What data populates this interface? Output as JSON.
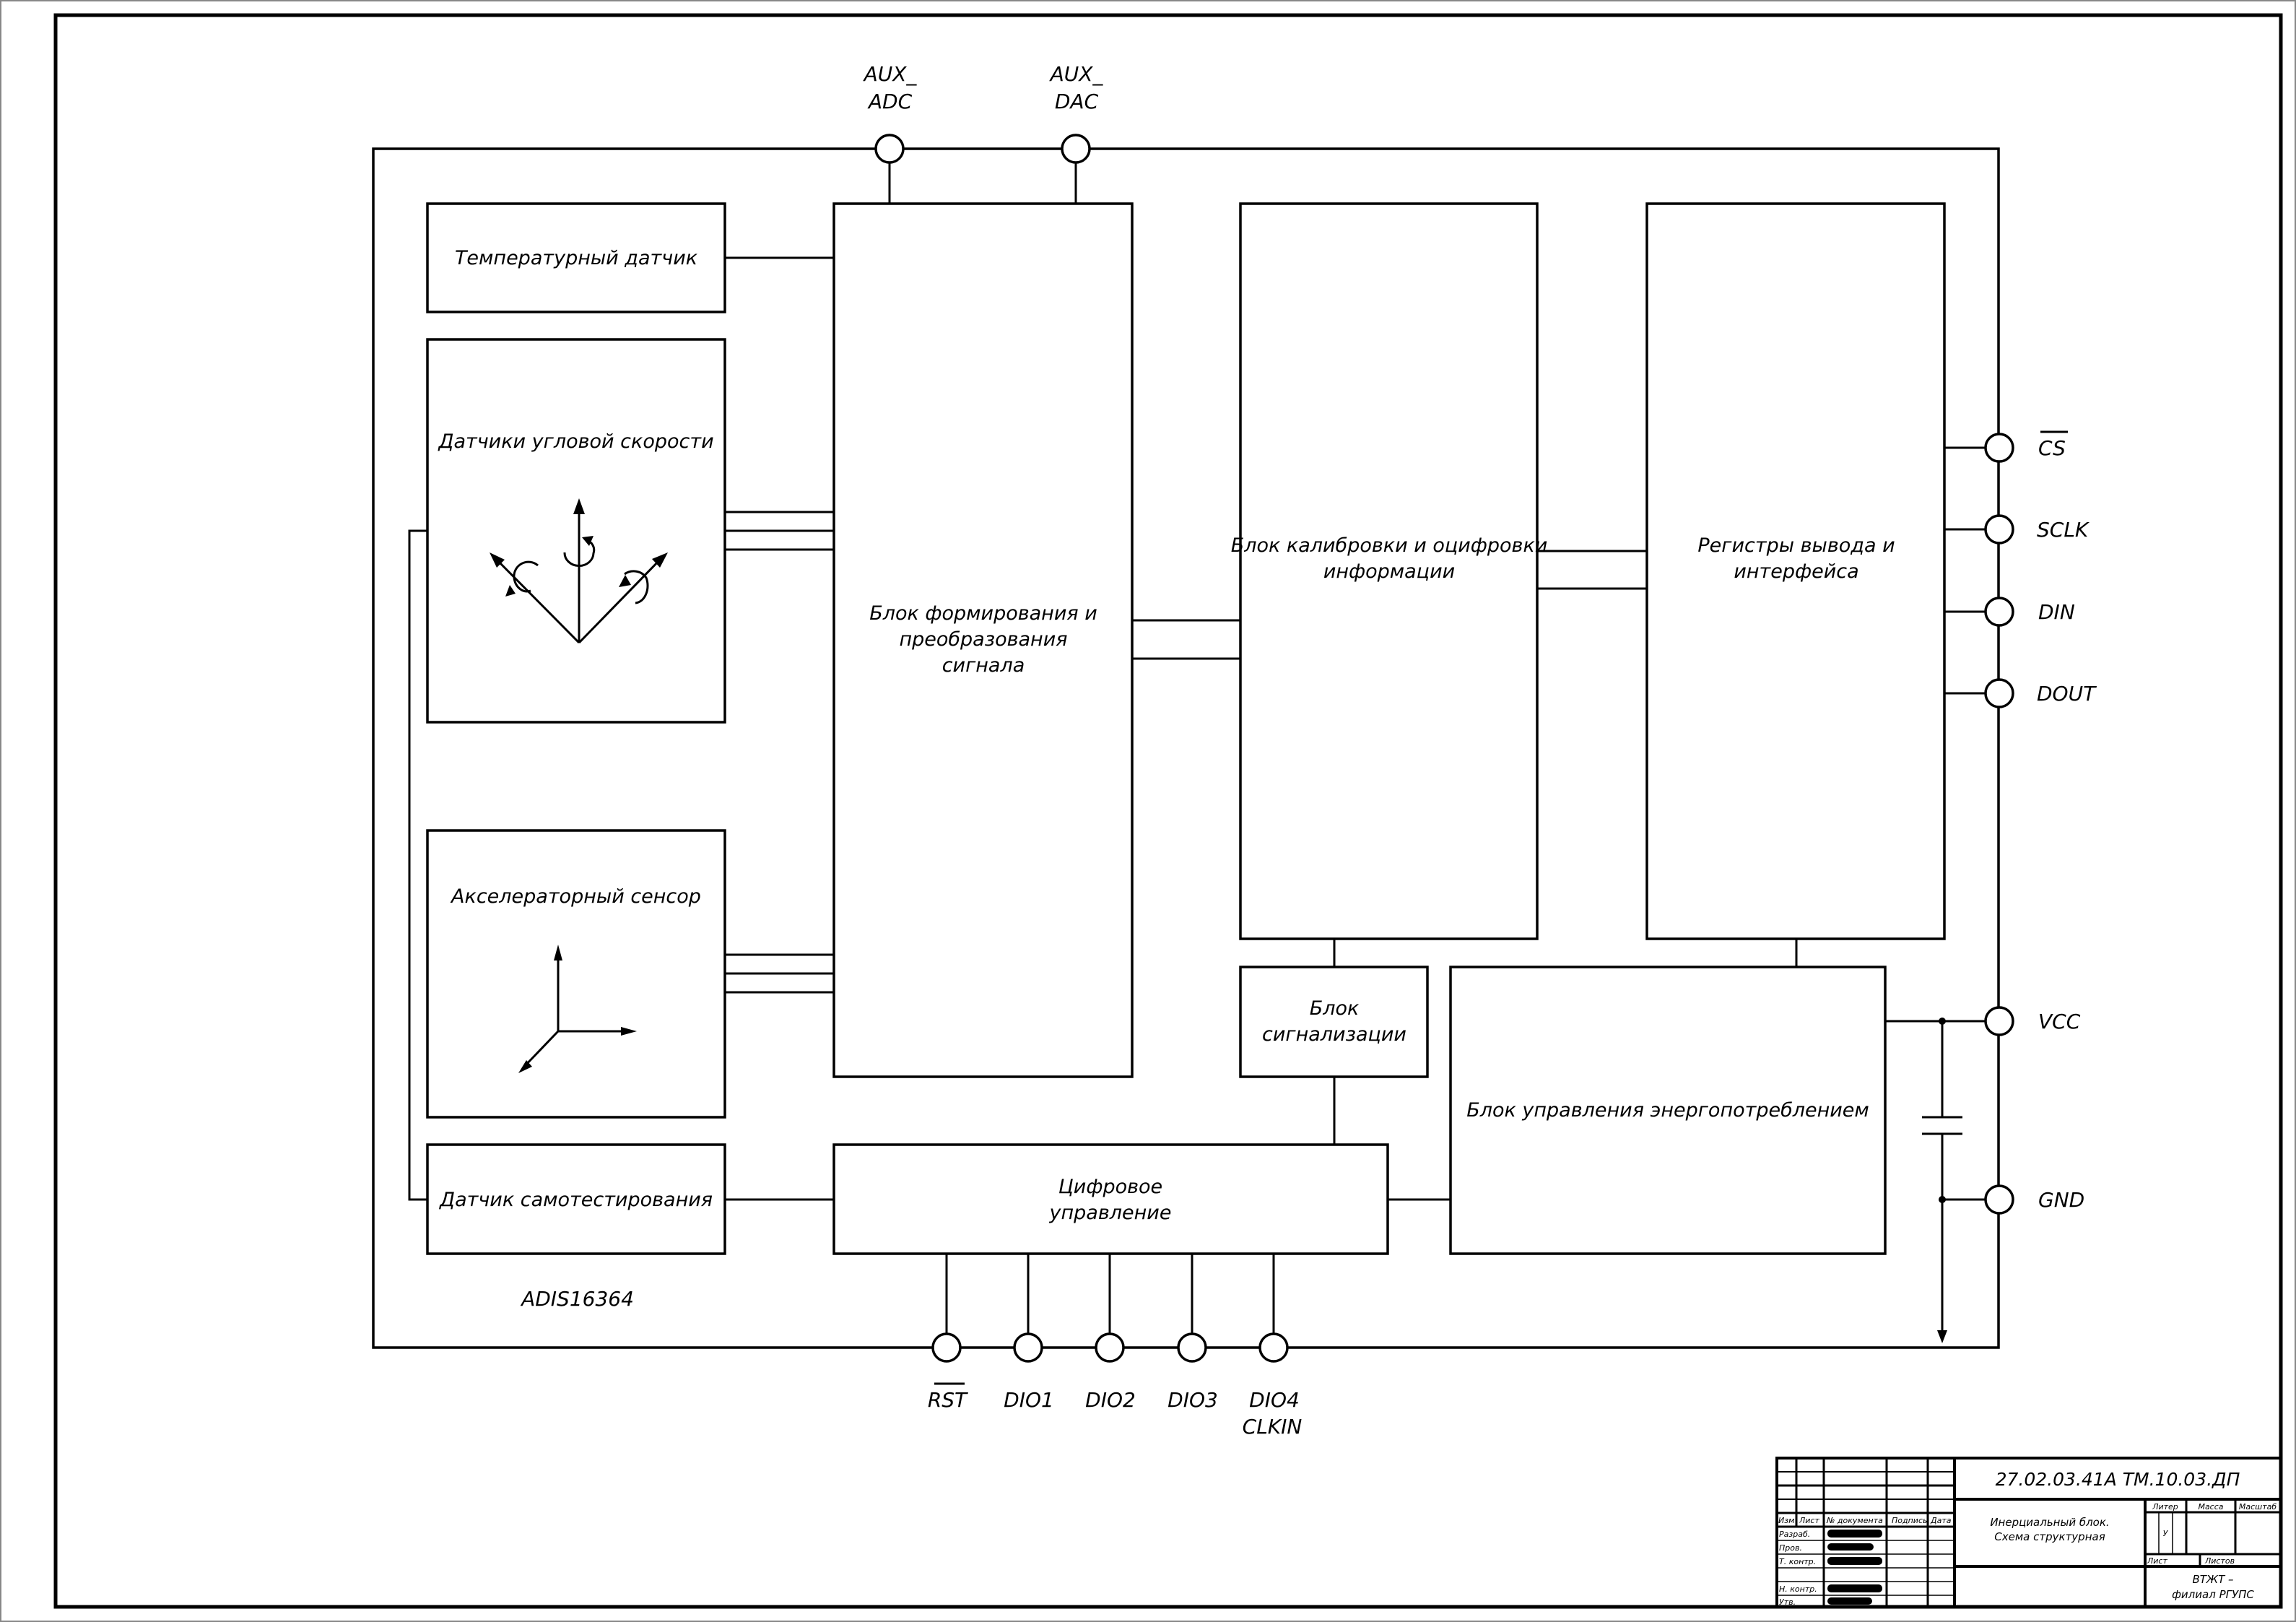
{
  "drawing": {
    "chip_name": "ADIS16364",
    "blocks": {
      "temperature_sensor": [
        "Температурный датчик"
      ],
      "angular_rate_sensors": [
        "Датчики угловой скорости"
      ],
      "accelerometer_sensor": [
        "Акселераторный сенсор"
      ],
      "self_test_sensor": [
        "Датчик самотестирования"
      ],
      "signal_conditioning": [
        "Блок формирования и",
        "преобразования",
        "сигнала"
      ],
      "calibration": [
        "Блок калибровки и оцифровки",
        "информации"
      ],
      "output_registers": [
        "Регистры вывода и",
        "интерфейса"
      ],
      "alarm_block": [
        "Блок",
        "сигнализации"
      ],
      "power_management": [
        "Блок управления энергопотреблением"
      ],
      "digital_control": [
        "Цифровое",
        "управление"
      ]
    },
    "pins_top": [
      {
        "id": "aux-adc",
        "lines": [
          "AUX_",
          "ADC"
        ]
      },
      {
        "id": "aux-dac",
        "lines": [
          "AUX_",
          "DAC"
        ]
      }
    ],
    "pins_right": [
      {
        "id": "cs",
        "label": "CS",
        "overbar": true
      },
      {
        "id": "sclk",
        "label": "SCLK",
        "overbar": false
      },
      {
        "id": "din",
        "label": "DIN",
        "overbar": false
      },
      {
        "id": "dout",
        "label": "DOUT",
        "overbar": false
      },
      {
        "id": "vcc",
        "label": "VCC",
        "overbar": false
      },
      {
        "id": "gnd",
        "label": "GND",
        "overbar": false
      }
    ],
    "pins_bottom": [
      {
        "id": "rst",
        "lines": [
          "RST"
        ],
        "overbar": true
      },
      {
        "id": "dio1",
        "lines": [
          "DIO1"
        ],
        "overbar": false
      },
      {
        "id": "dio2",
        "lines": [
          "DIO2"
        ],
        "overbar": false
      },
      {
        "id": "dio3",
        "lines": [
          "DIO3"
        ],
        "overbar": false
      },
      {
        "id": "dio4",
        "lines": [
          "DIO4",
          "CLKIN"
        ],
        "overbar": false
      }
    ]
  },
  "title_block": {
    "document_code": "27.02.03.41А ТМ.10.03.ДП",
    "title_lines": [
      "Инерциальный блок.",
      "Схема структурная"
    ],
    "organization_lines": [
      "ВТЖТ –",
      "филиал РГУПС"
    ],
    "headers": {
      "change": "Изм",
      "sheet": "Лист",
      "doc_number": "№ документа",
      "signature": "Подпись",
      "date": "Дата",
      "letter": "Литер",
      "mass": "Масса",
      "scale": "Масштаб",
      "sheet_no": "Лист",
      "sheets_total": "Листов"
    },
    "letter_value": "У",
    "roles": [
      "Разраб.",
      "Пров.",
      "Т. контр.",
      "",
      "Н. контр.",
      "Утв."
    ],
    "redacted_names": [
      true,
      true,
      true,
      false,
      true,
      true
    ]
  }
}
